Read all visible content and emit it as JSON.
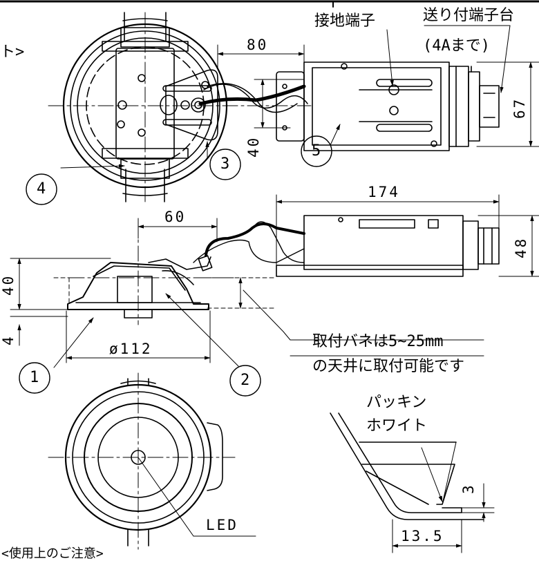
{
  "labels": {
    "terminal_block_l1": "送り付端子台",
    "terminal_block_l2": "(4Aまで)",
    "ground_terminal": "接地端子",
    "spring_note_l1": "取付バネは5~25mm",
    "spring_note_l2": "の天井に取付可能です",
    "packing_l1": "パッキン",
    "packing_l2": "ホワイト",
    "led": "LED",
    "top_left_fragment": "ト>",
    "bottom_note_fragment": "<使用上のご注意>"
  },
  "dimensions": {
    "d80": "80",
    "d67": "67",
    "d40_top": "40",
    "d174": "174",
    "d60": "60",
    "d48": "48",
    "d40_side": "40",
    "d4": "4",
    "d112": "ø112",
    "d3": "3",
    "d13_5": "13.5"
  },
  "callouts": {
    "c1": "1",
    "c2": "2",
    "c3": "3",
    "c4": "4",
    "c5": "5"
  }
}
